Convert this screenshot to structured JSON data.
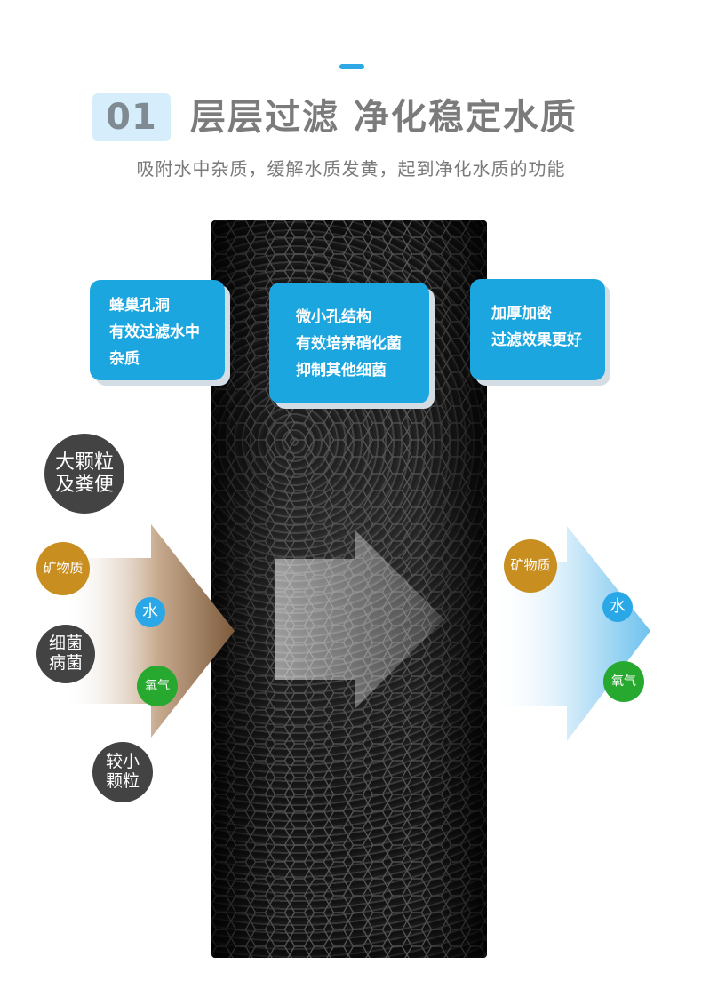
{
  "header": {
    "number": "01",
    "title": "层层过滤 净化稳定水质",
    "subtitle": "吸附水中杂质，缓解水质发黄，起到净化水质的功能"
  },
  "callouts": {
    "left": [
      "蜂巢孔洞",
      "有效过滤水中",
      "杂质"
    ],
    "center": [
      "微小孔结构",
      "有效培养硝化菌",
      "抑制其他细菌"
    ],
    "right": [
      "加厚加密",
      "过滤效果更好"
    ]
  },
  "left_side": {
    "large_particles": [
      "大颗粒",
      "及粪便"
    ],
    "minerals": "矿物质",
    "water": "水",
    "bacteria": [
      "细菌",
      "病菌"
    ],
    "oxygen": "氧气",
    "small_particles": [
      "较小",
      "颗粒"
    ]
  },
  "right_side": {
    "minerals": "矿物质",
    "water": "水",
    "oxygen": "氧气"
  },
  "colors": {
    "accent_blue": "#1ba6e0",
    "mineral_gold": "#c98e20",
    "oxygen_green": "#27a82f",
    "dark_circle": "#434343"
  }
}
